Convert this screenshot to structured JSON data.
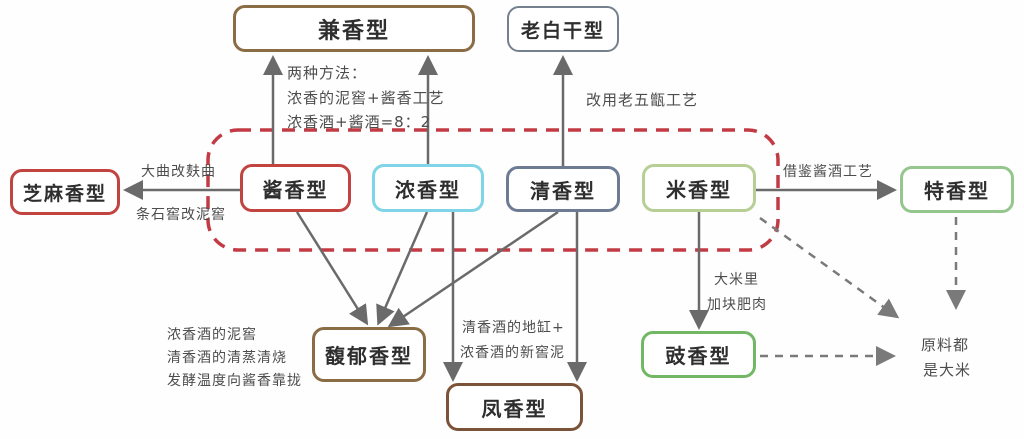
{
  "nodes": {
    "jianxiang": {
      "label": "兼香型",
      "border_color": "#8a6c45"
    },
    "laobaigan": {
      "label": "老白干型",
      "border_color": "#75808f"
    },
    "zhima": {
      "label": "芝麻香型",
      "border_color": "#c24440"
    },
    "jiangxiang": {
      "label": "酱香型",
      "border_color": "#c24440"
    },
    "nongxiang": {
      "label": "浓香型",
      "border_color": "#7fd4e6"
    },
    "qingxiang": {
      "label": "清香型",
      "border_color": "#6e7b94"
    },
    "mixiang": {
      "label": "米香型",
      "border_color": "#b7cf95"
    },
    "texiang": {
      "label": "特香型",
      "border_color": "#94c68e"
    },
    "fuyu": {
      "label": "馥郁香型",
      "border_color": "#8a6c45"
    },
    "fengxiang": {
      "label": "凤香型",
      "border_color": "#7b5338"
    },
    "chixiang": {
      "label": "豉香型",
      "border_color": "#72b763"
    }
  },
  "annotations": {
    "two_methods_line1": "两种方法：",
    "two_methods_line2": "浓香的泥窖+酱香工艺",
    "two_methods_line3": "浓香酒+酱酒=8：2",
    "old_five_zeng": "改用老五甑工艺",
    "daqu_to_fuqu": "大曲改麸曲",
    "stone_pit_to_mud_pit": "条石窖改泥窖",
    "borrow_jiang_process": "借鉴酱酒工艺",
    "rice_note_line1": "大米里",
    "rice_note_line2": "加块肥肉",
    "raw_material_line1": "原料都",
    "raw_material_line2": "是大米",
    "fuyu_note_line1": "浓香酒的泥窖",
    "fuyu_note_line2": "清香酒的清蒸清烧",
    "fuyu_note_line3": "发酵温度向酱香靠拢",
    "fengxiang_note_line1": "清香酒的地缸+",
    "fengxiang_note_line2": "浓香酒的新窖泥"
  },
  "colors": {
    "dashed_group_border": "#c23b44",
    "solid_arrow": "#6a6a6a",
    "dashed_arrow": "#7a7a7a",
    "annotation_text": "#4d4d4d",
    "node_text": "#2e2e2e",
    "background": "#fefefe"
  }
}
